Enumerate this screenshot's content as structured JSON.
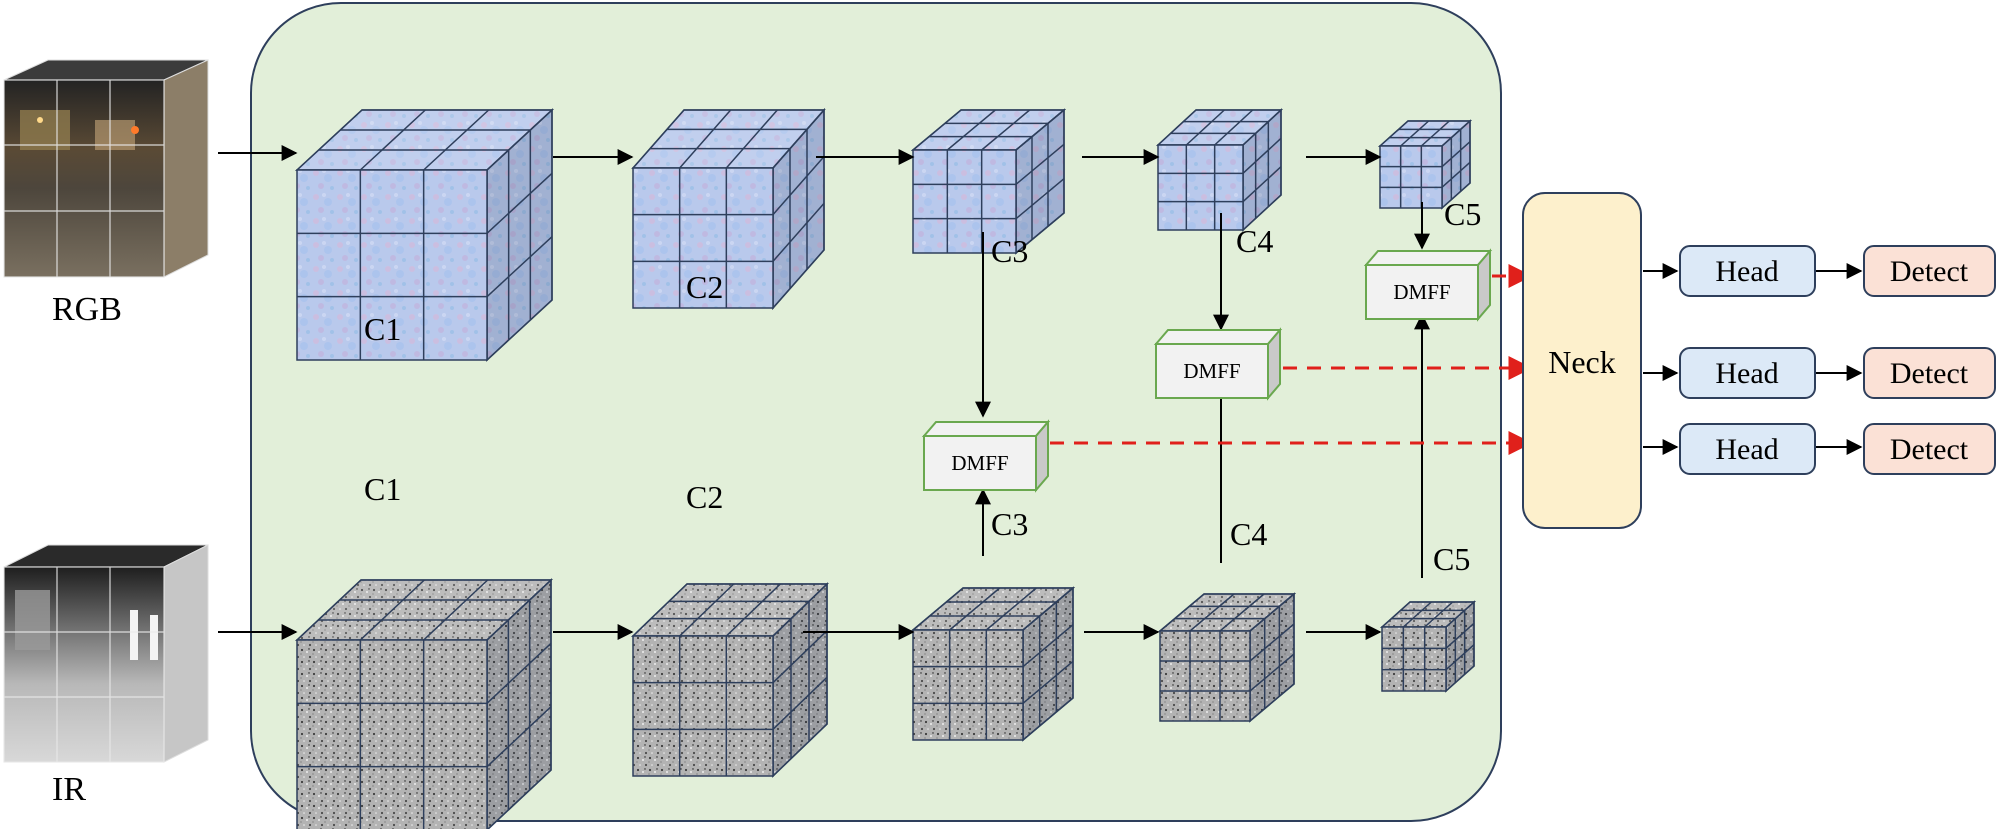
{
  "inputs": {
    "rgb_label": "RGB",
    "ir_label": "IR"
  },
  "rgb_stages": [
    "C1",
    "C2",
    "C3",
    "C4",
    "C5"
  ],
  "ir_stages": [
    "C1",
    "C2",
    "C3",
    "C4",
    "C5"
  ],
  "fusion": {
    "label": "DMFF"
  },
  "neck": {
    "label": "Neck"
  },
  "heads": [
    {
      "head_label": "Head",
      "detect_label": "Detect"
    },
    {
      "head_label": "Head",
      "detect_label": "Detect"
    },
    {
      "head_label": "Head",
      "detect_label": "Detect"
    }
  ],
  "colors": {
    "backbone_fill": "#e2efd9",
    "backbone_stroke": "#2e3f5c",
    "rgb_cube": "#b6c8ec",
    "ir_cube": "#a9a9a9",
    "dmff_stroke": "#6aa84f",
    "neck_fill": "#fdf0cc",
    "head_fill": "#dce9f7",
    "detect_fill": "#fbe1d6",
    "dashed_arrow": "#e0201b"
  }
}
